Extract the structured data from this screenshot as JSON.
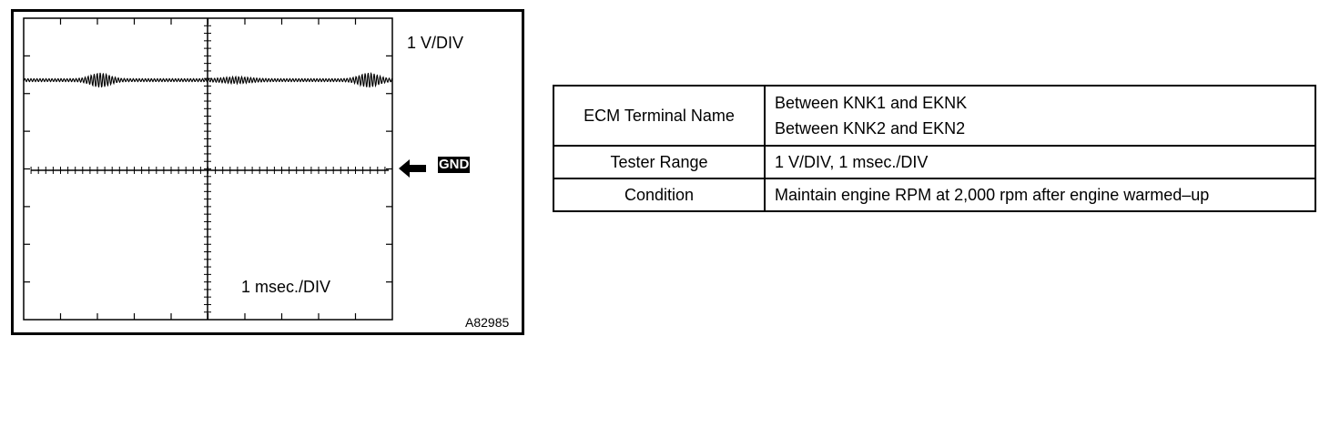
{
  "figure": {
    "voltage_div_label": "1 V/DIV",
    "time_div_label": "1 msec./DIV",
    "ground_label": "GND",
    "figure_id": "A82985",
    "arrow_icon": "left-arrow-icon"
  },
  "table": {
    "rows": [
      {
        "name": "ECM Terminal Name",
        "values": [
          "Between KNK1 and EKNK",
          "Between KNK2 and EKN2"
        ]
      },
      {
        "name": "Tester Range",
        "values": [
          "1 V/DIV, 1 msec./DIV"
        ]
      },
      {
        "name": "Condition",
        "values": [
          "Maintain engine RPM at 2,000 rpm after engine warmed–up"
        ]
      }
    ]
  }
}
